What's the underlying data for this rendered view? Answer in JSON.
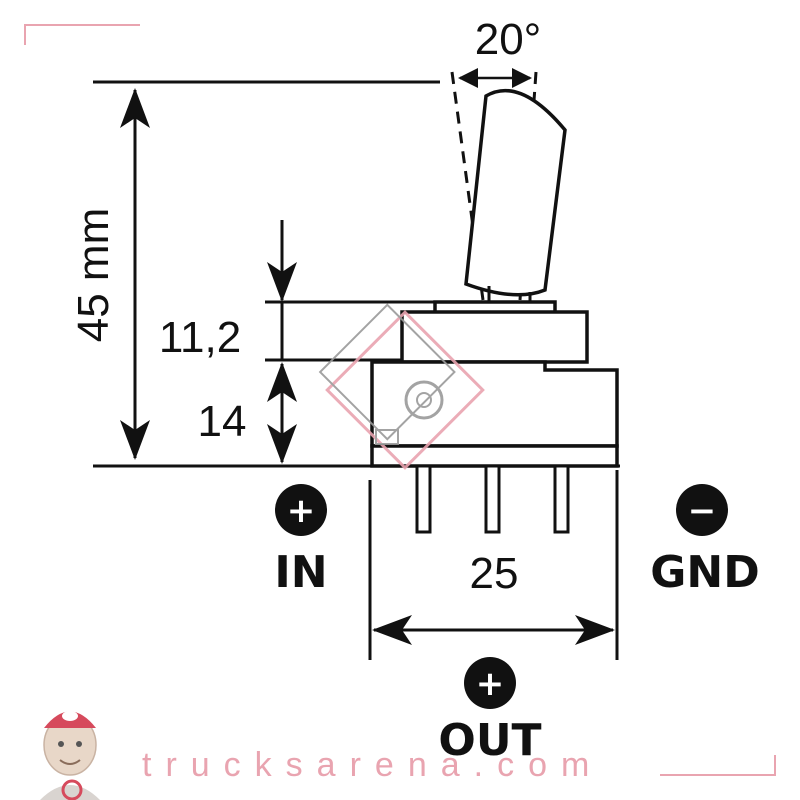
{
  "dimensions": {
    "angle": "20°",
    "total_height": "45 mm",
    "upper_height": "11,2",
    "lower_height": "14",
    "width": "25"
  },
  "terminals": {
    "in": {
      "label": "IN",
      "sign": "+"
    },
    "gnd": {
      "label": "GND",
      "sign": "−"
    },
    "out": {
      "label": "OUT",
      "sign": "+"
    }
  },
  "watermark": {
    "text": "trucksarena.com",
    "color": "#e9a4b0",
    "icon": "mechanic-mascot-icon"
  },
  "colors": {
    "line": "#111111",
    "watermark_pink": "#e9a4b0",
    "watermark_grey": "#9a9a9a"
  }
}
